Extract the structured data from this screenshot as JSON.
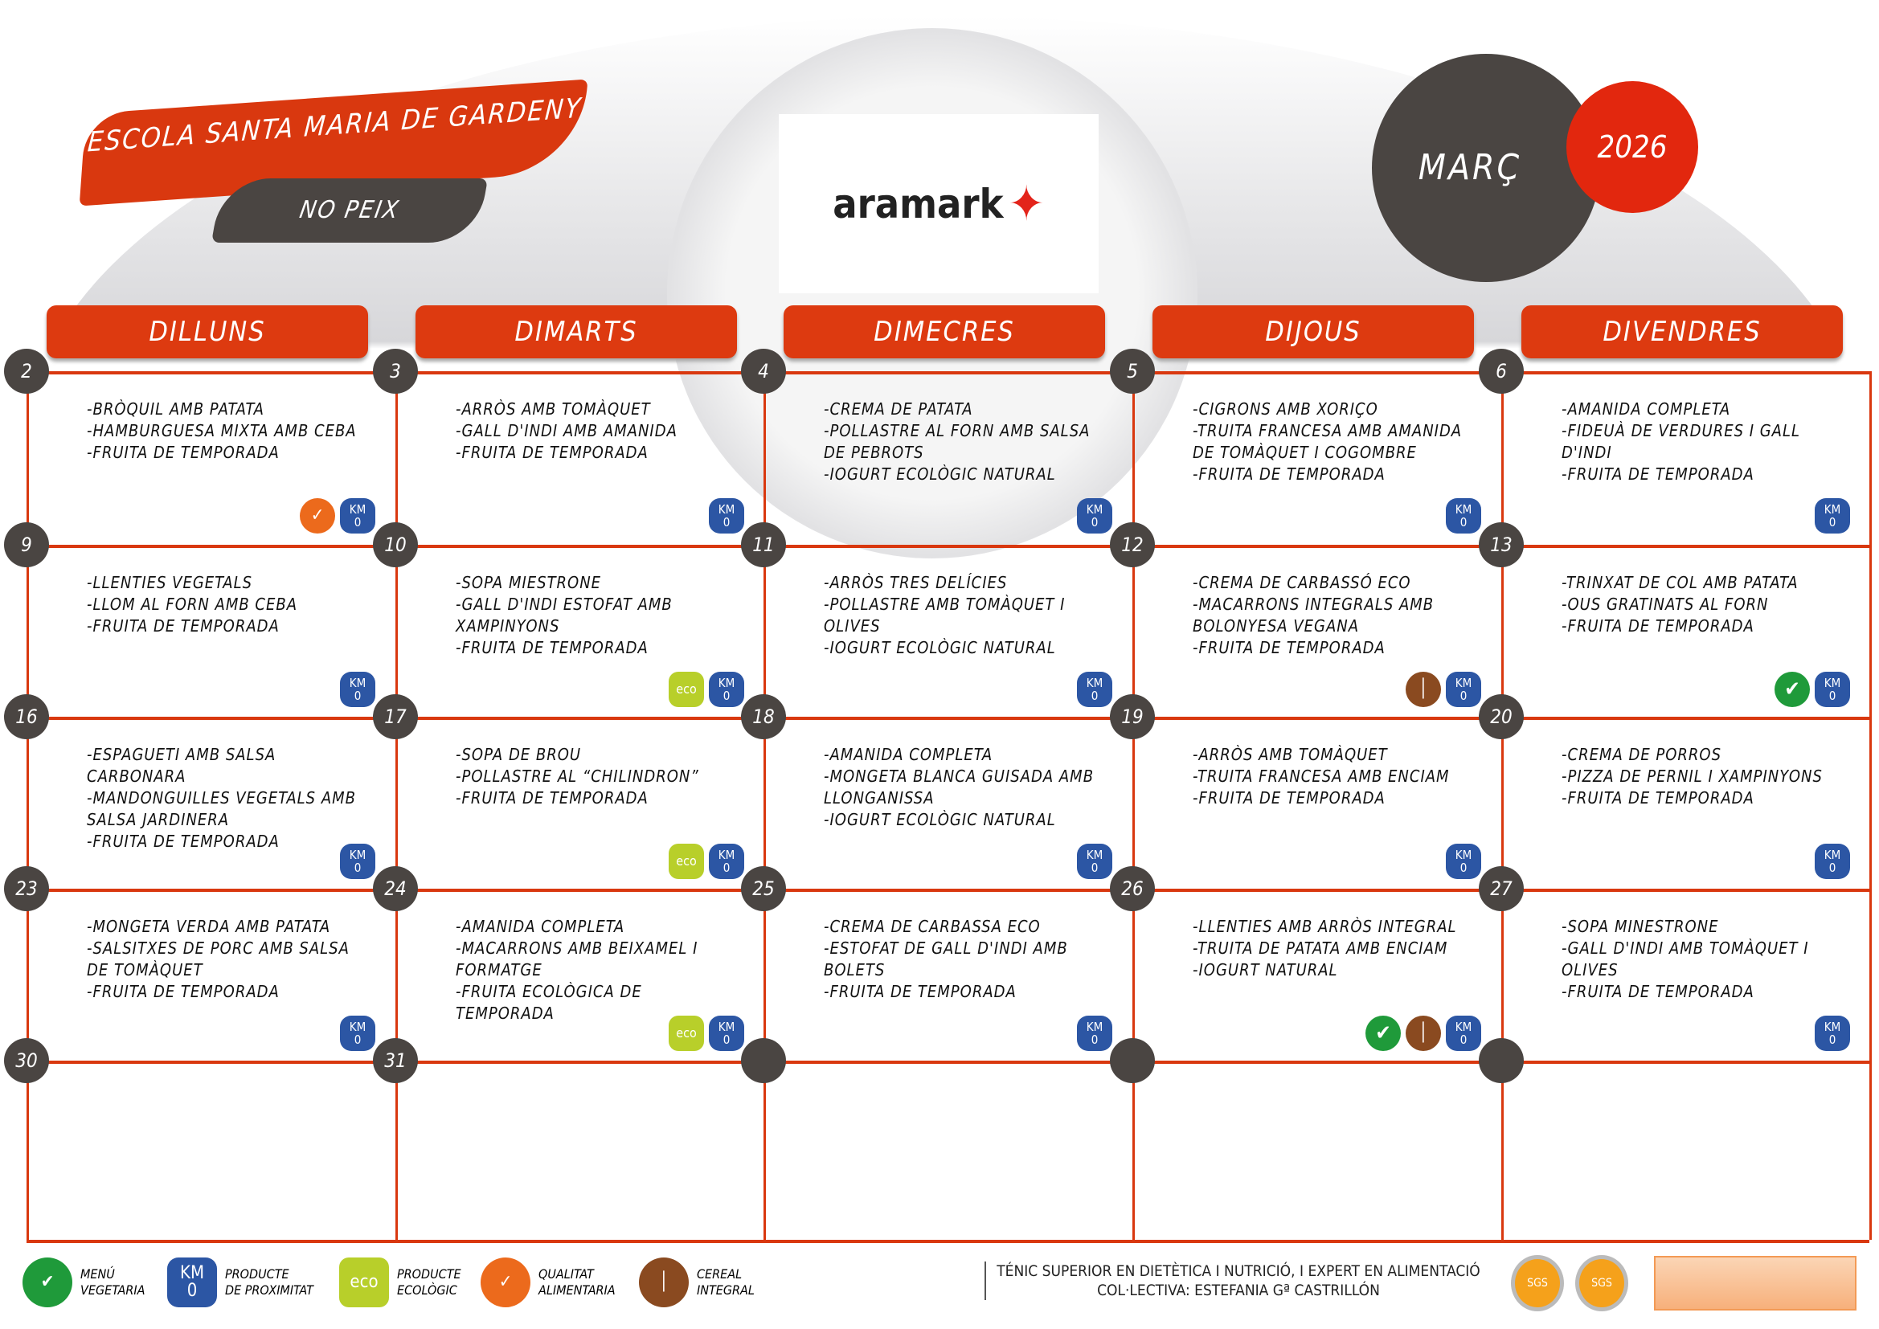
{
  "header": {
    "school": "ESCOLA SANTA MARIA DE GARDENY",
    "diet": "NO PEIX",
    "brand": "aramark",
    "month": "MARÇ",
    "year": "2026"
  },
  "days": [
    "DILLUNS",
    "DIMARTS",
    "DIMECRES",
    "DIJOUS",
    "DIVENDRES"
  ],
  "weeks": [
    [
      {
        "n": "2",
        "menu": "-Bròquil amb patata\n-Hamburguesa mixta amb ceba\n-Fruita de temporada",
        "badges": [
          "qual",
          "km0"
        ]
      },
      {
        "n": "3",
        "menu": "-Arròs amb tomàquet\n-Gall d'indi amb amanida\n-Fruita de temporada",
        "badges": [
          "km0"
        ]
      },
      {
        "n": "4",
        "menu": "-Crema de patata\n-Pollastre al forn amb salsa de pebrots\n-Iogurt ecològic natural",
        "badges": [
          "km0"
        ]
      },
      {
        "n": "5",
        "menu": "-Cigrons amb xoriço\n-Truita francesa amb amanida de tomàquet i cogombre\n-Fruita de temporada",
        "badges": [
          "km0"
        ]
      },
      {
        "n": "6",
        "menu": "-Amanida completa\n-Fideuà de verdures i gall d'indi\n-Fruita de temporada",
        "badges": [
          "km0"
        ]
      }
    ],
    [
      {
        "n": "9",
        "menu": "-Llenties vegetals\n-Llom al forn amb ceba\n-Fruita de temporada",
        "badges": [
          "km0"
        ]
      },
      {
        "n": "10",
        "menu": "-Sopa miestrone\n-Gall d'indi estofat amb xampinyons\n-Fruita de temporada",
        "badges": [
          "eco",
          "km0"
        ]
      },
      {
        "n": "11",
        "menu": "-Arròs tres delícies\n-Pollastre amb tomàquet i olives\n-Iogurt ecològic natural",
        "badges": [
          "km0"
        ]
      },
      {
        "n": "12",
        "menu": "-Crema de carbassó eco\n-Macarrons integrals amb bolonyesa vegana\n-Fruita de temporada",
        "badges": [
          "cer",
          "km0"
        ]
      },
      {
        "n": "13",
        "menu": "-Trinxat de col amb patata\n-Ous gratinats al forn\n-Fruita de temporada",
        "badges": [
          "veg",
          "km0"
        ]
      }
    ],
    [
      {
        "n": "16",
        "menu": "-Espagueti amb salsa carbonara\n-Mandonguilles vegetals amb salsa jardinera\n-Fruita de temporada",
        "badges": [
          "km0"
        ]
      },
      {
        "n": "17",
        "menu": "-Sopa de brou\n-Pollastre al “chilindron”\n-Fruita de temporada",
        "badges": [
          "eco",
          "km0"
        ]
      },
      {
        "n": "18",
        "menu": "-Amanida completa\n-Mongeta blanca guisada amb llonganissa\n-Iogurt ecològic natural",
        "badges": [
          "km0"
        ]
      },
      {
        "n": "19",
        "menu": "-Arròs amb tomàquet\n-Truita francesa amb enciam\n-Fruita de temporada",
        "badges": [
          "km0"
        ]
      },
      {
        "n": "20",
        "menu": "-Crema de porros\n-Pizza de pernil i xampinyons\n-Fruita de temporada",
        "badges": [
          "km0"
        ]
      }
    ],
    [
      {
        "n": "23",
        "menu": "-Mongeta verda amb patata\n-Salsitxes de porc amb salsa de tomàquet\n-Fruita de temporada",
        "badges": [
          "km0"
        ]
      },
      {
        "n": "24",
        "menu": "-Amanida completa\n-Macarrons amb beixamel i formatge\n-Fruita ecològica de temporada",
        "badges": [
          "eco",
          "km0"
        ]
      },
      {
        "n": "25",
        "menu": "-Crema de carbassa eco\n-Estofat de gall d'indi amb bolets\n-Fruita de temporada",
        "badges": [
          "km0"
        ]
      },
      {
        "n": "26",
        "menu": "-Llenties amb arròs integral\n-Truita de patata amb enciam\n-Iogurt natural",
        "badges": [
          "veg",
          "cer",
          "km0"
        ]
      },
      {
        "n": "27",
        "menu": "-Sopa minestrone\n-Gall d'indi amb tomàquet i olives\n-Fruita de temporada",
        "badges": [
          "km0"
        ]
      }
    ],
    [
      {
        "n": "30",
        "menu": "",
        "badges": []
      },
      {
        "n": "31",
        "menu": "",
        "badges": []
      },
      {
        "n": "",
        "menu": "",
        "badges": []
      },
      {
        "n": "",
        "menu": "",
        "badges": []
      },
      {
        "n": "",
        "menu": "",
        "badges": []
      }
    ]
  ],
  "badge_text": {
    "km0": "KM\n0",
    "eco": "eco",
    "veg": "✔",
    "qual": "✓",
    "cer": "│"
  },
  "legend": [
    {
      "type": "veg",
      "label": "Menú\nvegetaria"
    },
    {
      "type": "km0",
      "label": "Producte\nde proximitat"
    },
    {
      "type": "eco",
      "label": "Producte\necològic"
    },
    {
      "type": "qual",
      "label": "Qualitat\nalimentaria"
    },
    {
      "type": "cer",
      "label": "Cereal\nintegral"
    }
  ],
  "credit": "TÉNIC SUPERIOR EN DIETÈTICA I NUTRICIÓ, I EXPERT EN ALIMENTACIÓ COL·LECTIVA: ESTEFANIA Gª CASTRILLÓN",
  "certs": [
    "SGS",
    "SGS"
  ]
}
